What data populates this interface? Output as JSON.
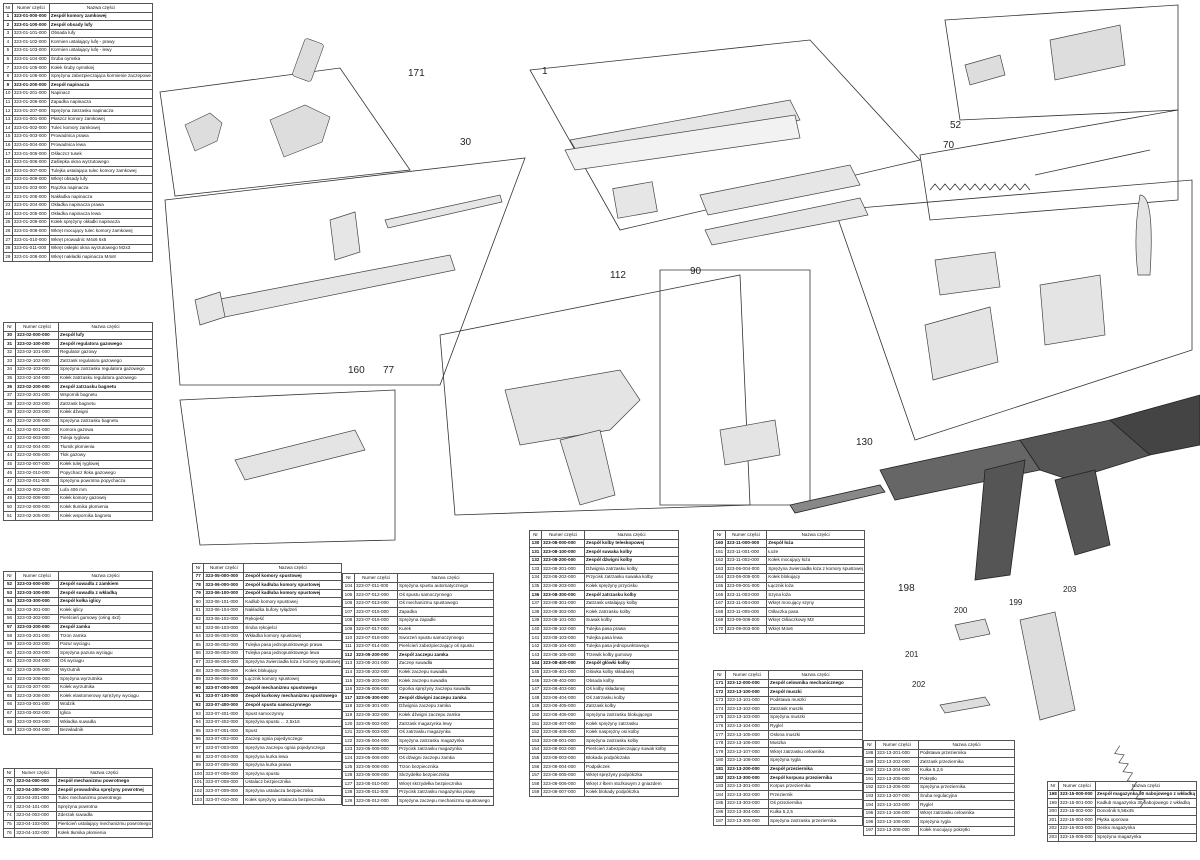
{
  "table_headers": {
    "nr": "Nr",
    "numer": "Numer części",
    "nazwa": "Nazwa części"
  },
  "t1": [
    [
      "1",
      "323-01-000-000",
      "Zespół komory zamkowej",
      1
    ],
    [
      "2",
      "323-01-100-000",
      "Zespół obsady lufy",
      1
    ],
    [
      "3",
      "323-01-101-000",
      "Obsada lufy",
      0
    ],
    [
      "4",
      "323-01-102-000",
      "Kormien ustalający lufę - prawy",
      0
    ],
    [
      "5",
      "323-01-103-000",
      "Kormien ustalający lufę - lewy",
      0
    ],
    [
      "6",
      "323-01-104-000",
      "Śruba oymska",
      0
    ],
    [
      "7",
      "323-01-105-000",
      "Kołek śruby oymskiej",
      0
    ],
    [
      "8",
      "323-01-106-000",
      "Sprężyna zabezpieczająca kormienie zaczepowe",
      0
    ],
    [
      "9",
      "323-01-200-000",
      "Zespół napinacza",
      1
    ],
    [
      "10",
      "323-01-201-000",
      "Napinacz",
      0
    ],
    [
      "11",
      "323-01-206-000",
      "Zapadka napinacza",
      0
    ],
    [
      "12",
      "323-01-207-000",
      "Sprężyna zatrzasku napinacza",
      0
    ],
    [
      "13",
      "323-01-001-000",
      "Płaszcz komory zamkowej",
      0
    ],
    [
      "14",
      "323-01-002-000",
      "Tulec komory zamkowej",
      0
    ],
    [
      "15",
      "323-01-003-000",
      "Prowadnica prawa",
      0
    ],
    [
      "16",
      "323-01-004-000",
      "Prowadnica lewa",
      0
    ],
    [
      "17",
      "323-01-005-000",
      "Ośłaczcz tusek",
      0
    ],
    [
      "18",
      "323-01-006-000",
      "Zaślepka okna wyrzutowego",
      0
    ],
    [
      "19",
      "323-01-007-000",
      "Tulejka ustalająca tulec komory zamkowej",
      0
    ],
    [
      "20",
      "323-01-009-000",
      "Wkręt obsady lufy",
      0
    ],
    [
      "21",
      "323-01-203-000",
      "Rączka napinacza",
      0
    ],
    [
      "22",
      "323-01-206-000",
      "Nakładka napinacza",
      0
    ],
    [
      "23",
      "323-01-204-000",
      "Okładka napinacza prawa",
      0
    ],
    [
      "24",
      "323-01-205-000",
      "Okładka napinacza lewa",
      0
    ],
    [
      "25",
      "323-01-209-000",
      "Kołek sprężyny okładki napinacza",
      0
    ],
    [
      "26",
      "323-01-008-000",
      "Wkręt mocujący tulec komory zamkowej",
      0
    ],
    [
      "27",
      "323-01-010-000",
      "Wkręt prowadnic M4x6 6x5",
      0
    ],
    [
      "28",
      "323-01-011-000",
      "Wkręt osłepki okna wyrzutowego M2x3",
      0
    ],
    [
      "29",
      "323-01-208-000",
      "Wkręt nakładki napinacza M4x8",
      0
    ]
  ],
  "t2": [
    [
      "30",
      "323-02-000-000",
      "Zespół lufy",
      1
    ],
    [
      "31",
      "323-02-100-000",
      "Zespół regulatora gazowego",
      1
    ],
    [
      "32",
      "323-02-101-000",
      "Regulator gazowy",
      0
    ],
    [
      "33",
      "323-02-102-000",
      "Zatrzask regulatora gazowego",
      0
    ],
    [
      "34",
      "323-02-103-000",
      "Sprężyna zatrzasku regulatora gazowego",
      0
    ],
    [
      "35",
      "323-02-104-000",
      "Kołek zatrzasku regulatora gazowego",
      0
    ],
    [
      "36",
      "323-02-200-000",
      "Zespół zatrzasku bagnetu",
      1
    ],
    [
      "37",
      "323-02-201-000",
      "Wspornik bagnetu",
      0
    ],
    [
      "38",
      "323-02-202-000",
      "Zatrzask bagnetu",
      0
    ],
    [
      "39",
      "323-02-203-000",
      "Kołek dźwigni",
      0
    ],
    [
      "40",
      "323-02-205-000",
      "Sprężyna zatrzasku bagnetu",
      0
    ],
    [
      "41",
      "323-02-001-000",
      "Komora gazowa",
      0
    ],
    [
      "42",
      "323-02-003-000",
      "Tuleja ryglowa",
      0
    ],
    [
      "43",
      "323-02-004-000",
      "Tłumik płomienia",
      0
    ],
    [
      "44",
      "323-02-005-000",
      "Tłok gazowy",
      0
    ],
    [
      "45",
      "323-02-007-000",
      "Kołek tulej ryglowej",
      0
    ],
    [
      "46",
      "323-02-010-000",
      "Popychacz tłoka gazowego",
      0
    ],
    [
      "47",
      "323-02-011-000",
      "Sprężyna powrotna popychacza",
      0
    ],
    [
      "48",
      "323-02-002-000",
      "Lufa 406 mm",
      0
    ],
    [
      "49",
      "323-02-008-000",
      "Kołek komory gazowej",
      0
    ],
    [
      "50",
      "323-02-009-000",
      "Kołek tłumika płomienia",
      0
    ],
    [
      "51",
      "323-02-205-000",
      "Kołek wspornika bagnetu",
      0
    ]
  ],
  "t3": [
    [
      "52",
      "323-03-000-000",
      "Zespół suwadła z zamkiem",
      1
    ],
    [
      "53",
      "323-03-100-000",
      "Zespół suwadła z wkładką",
      1
    ],
    [
      "54",
      "323-03-300-000",
      "Zespół kołka iglicy",
      1
    ],
    [
      "55",
      "323-03-301-000",
      "Kołek iglicy",
      0
    ],
    [
      "56",
      "323-03-302-000",
      "Pierścień gumowy (oring 4x2)",
      0
    ],
    [
      "57",
      "323-03-200-000",
      "Zespół zamka",
      1
    ],
    [
      "58",
      "323-03-201-000",
      "Trzon zamka",
      0
    ],
    [
      "59",
      "323-03-202-000",
      "Pazur wyciągu",
      0
    ],
    [
      "60",
      "323-03-203-000",
      "Sprężyna pazura wyciągu",
      0
    ],
    [
      "61",
      "323-03-204-000",
      "Oś wyciągu",
      0
    ],
    [
      "62",
      "323-03-205-000",
      "Wyrzutnik",
      0
    ],
    [
      "63",
      "323-03-206-000",
      "Sprężyna wyrzutnika",
      0
    ],
    [
      "64",
      "323-03-207-000",
      "Kołek wyrzutnika",
      0
    ],
    [
      "65",
      "323-03-208-000",
      "Kołek elastomerowy sprężyny wyciągu",
      0
    ],
    [
      "66",
      "323-03-001-000",
      "Wodzik",
      0
    ],
    [
      "67",
      "323-03-002-000",
      "Iglica",
      0
    ],
    [
      "68",
      "323-03-003-000",
      "Wkładka suwadła",
      0
    ],
    [
      "69",
      "323-03-004-000",
      "Bezwładnik",
      0
    ]
  ],
  "t4": [
    [
      "70",
      "323-04-000-000",
      "Zespół mechanizmu powrotnego",
      1
    ],
    [
      "71",
      "323-04-200-000",
      "Zespół prowadnika sprężyny powrotnej",
      1
    ],
    [
      "72",
      "323-04-201-000",
      "Tulec mechanizmu powrotnego",
      0
    ],
    [
      "73",
      "323-04-101-000",
      "Sprężyna powrotna",
      0
    ],
    [
      "74",
      "323-04-003-000",
      "Zderzak suwadła",
      0
    ],
    [
      "75",
      "323-04-103-000",
      "Pierścień ustalający mechanizmu powrotnego",
      0
    ],
    [
      "76",
      "323-04-102-000",
      "Kołek tłumika płomienia",
      0
    ]
  ],
  "t5": [
    [
      "77",
      "323-05-000-000",
      "Zespół komory spustowej",
      1
    ],
    [
      "78",
      "323-06-000-000",
      "Zespół kadłuba komory spustowej",
      1
    ],
    [
      "79",
      "323-06-100-000",
      "Zespół kadłuba komory spustowej",
      1
    ],
    [
      "80",
      "323-06-101-000",
      "Kadłub komory spustowej",
      0
    ],
    [
      "81",
      "323-06-104-000",
      "Nakładka bufory ryłądzeń",
      0
    ],
    [
      "82",
      "323-06-102-000",
      "Rękojeść",
      0
    ],
    [
      "83",
      "323-06-103-000",
      "Śruba rękojeści",
      0
    ],
    [
      "84",
      "323-06-003-000",
      "Wkładka komory spustowej",
      0
    ],
    [
      "85",
      "323-06-002-000",
      "Tulejka pasa jednopunktowego prawa",
      0
    ],
    [
      "86",
      "323-06-003-000",
      "Tulejka pasa jednopunktowego lewa",
      0
    ],
    [
      "87",
      "323-06-004-000",
      "Sprężyna zwierciadła łoża z komory spustowej",
      0
    ],
    [
      "88",
      "323-05-005-000",
      "Kołek blokujący",
      0
    ],
    [
      "89",
      "323-06-006-000",
      "Łącznik komory spustowej",
      0
    ],
    [
      "90",
      "323-07-000-000",
      "Zespół mechanizmu spustowego",
      1
    ],
    [
      "91",
      "323-07-100-000",
      "Zespół kurkowy mechanizmu spustowego",
      1
    ],
    [
      "92",
      "323-07-400-000",
      "Zespół spustu samoczynnego",
      1
    ],
    [
      "93",
      "323-07-401-000",
      "Spust samoczynny",
      0
    ],
    [
      "94",
      "323-07-402-000",
      "Sprężyna spustu ... 2,5x16",
      0
    ],
    [
      "95",
      "323-07-001-000",
      "Spust",
      0
    ],
    [
      "96",
      "323-07-002-000",
      "Zaczep ognia pojedynczego",
      0
    ],
    [
      "97",
      "323-07-003-000",
      "Sprężyna zaczepu ognia pojedynczego",
      0
    ],
    [
      "98",
      "323-07-004-000",
      "Sprężyna kurka lewa",
      0
    ],
    [
      "99",
      "323-07-005-000",
      "Sprężyna kurka prawa",
      0
    ],
    [
      "100",
      "323-07-006-000",
      "Sprężyna spustu",
      0
    ],
    [
      "101",
      "323-07-008-000",
      "Ustalacz bezpiecznika",
      0
    ],
    [
      "102",
      "323-07-009-000",
      "Sprężyna ustalacza bezpiecznika",
      0
    ],
    [
      "103",
      "323-07-010-000",
      "Kołek sprężyny ustalacza bezpiecznika",
      0
    ]
  ],
  "t6": [
    [
      "104",
      "323-07-011-000",
      "Sprężyna spustu automatycznego",
      0
    ],
    [
      "105",
      "323-07-012-000",
      "Oś spustu samoczynnego",
      0
    ],
    [
      "106",
      "323-07-013-000",
      "Oś mechanizmu spustowego",
      0
    ],
    [
      "107",
      "323-07-015-000",
      "Zapadka",
      0
    ],
    [
      "108",
      "323-07-016-000",
      "Sprężyna zapadki",
      0
    ],
    [
      "109",
      "323-07-017-000",
      "Kurek",
      0
    ],
    [
      "110",
      "323-07-018-000",
      "Sworzeń spustu samoczynnego",
      0
    ],
    [
      "111",
      "323-07-014-000",
      "Pierścień zabezpieczający oś spustu",
      0
    ],
    [
      "112",
      "323-05-200-000",
      "Zespół zaczepu zamka",
      1
    ],
    [
      "113",
      "323-05-201-000",
      "Zaczep suwadła",
      0
    ],
    [
      "114",
      "323-05-202-000",
      "Kołek zaczepu suwadła",
      0
    ],
    [
      "115",
      "323-05-203-000",
      "Kołek zaczepu suwadła",
      0
    ],
    [
      "116",
      "323-05-006-000",
      "Oporka sprężyny zaczepu suwadła",
      0
    ],
    [
      "117",
      "323-05-300-000",
      "Zespół dźwigni zaczepu zamka",
      1
    ],
    [
      "118",
      "323-05-301-000",
      "Dźwignia zaczepu zamka",
      0
    ],
    [
      "119",
      "323-05-302-000",
      "Kołek dźwigni zaczepu zamka",
      0
    ],
    [
      "120",
      "323-05-002-000",
      "Zatrzask magazynka lewy",
      0
    ],
    [
      "121",
      "323-05-003-000",
      "Oś zatrzasku magazynka",
      0
    ],
    [
      "122",
      "323-05-004-000",
      "Sprężyna zatrzasku magazynka",
      0
    ],
    [
      "123",
      "323-05-005-000",
      "Przycisk zatrzasku magazynka",
      0
    ],
    [
      "124",
      "323-05-006-000",
      "Oś dźwigni zaczepu zamka",
      0
    ],
    [
      "125",
      "323-05-008-000",
      "Trzon bezpiecznika",
      0
    ],
    [
      "126",
      "323-05-009-000",
      "Skrzydełko bezpiecznika",
      0
    ],
    [
      "127",
      "323-05-010-000",
      "Wkręt skrzydełka bezpiecznika",
      0
    ],
    [
      "128",
      "323-05-011-000",
      "Przycisk zatrzasku magazynka prawy",
      0
    ],
    [
      "129",
      "323-05-012-000",
      "Sprężyna zaczepu mechanizmu spustowego",
      0
    ]
  ],
  "t7": [
    [
      "130",
      "323-08-000-000",
      "Zespół kolby teleskopowej",
      1
    ],
    [
      "131",
      "323-08-100-000",
      "Zespół suwaka kolby",
      1
    ],
    [
      "132",
      "323-08-200-000",
      "Zespół dźwigni kolby",
      1
    ],
    [
      "133",
      "323-08-201-000",
      "Dźwignia zatrzasku kolby",
      0
    ],
    [
      "134",
      "323-08-202-000",
      "Przycisk zatrzasku suwaka kolby",
      0
    ],
    [
      "135",
      "323-08-203-000",
      "Kołek sprężyny przycisku",
      0
    ],
    [
      "136",
      "323-08-300-000",
      "Zespół zatrzasku kolby",
      1
    ],
    [
      "137",
      "323-08-301-000",
      "Zatrzask ustalający kolby",
      0
    ],
    [
      "138",
      "323-08-302-000",
      "Kołek zatrzasku kolby",
      0
    ],
    [
      "139",
      "323-08-101-000",
      "Suwak kolby",
      0
    ],
    [
      "140",
      "323-08-102-000",
      "Tulejka pasa prawa",
      0
    ],
    [
      "141",
      "323-08-103-000",
      "Tulejka pasa lewa",
      0
    ],
    [
      "142",
      "323-08-104-000",
      "Tulejka pasa jednopunktowego",
      0
    ],
    [
      "143",
      "323-08-105-000",
      "Trzewik kolby gumowy",
      0
    ],
    [
      "144",
      "323-08-400-000",
      "Zespół główki kolby",
      1
    ],
    [
      "145",
      "323-08-401-000",
      "Główka kolby składanej",
      0
    ],
    [
      "146",
      "323-08-402-000",
      "Obsada kolby",
      0
    ],
    [
      "147",
      "323-08-403-000",
      "Oś kolby składanej",
      0
    ],
    [
      "148",
      "323-08-404-000",
      "Oś zatrzasku kolby",
      0
    ],
    [
      "149",
      "323-08-405-000",
      "Zatrzask kolby",
      0
    ],
    [
      "150",
      "323-08-406-000",
      "Sprężyna zatrzasku blokującego",
      0
    ],
    [
      "151",
      "323-08-407-000",
      "Kołek sprężyny zatrzasku",
      0
    ],
    [
      "152",
      "323-08-408-000",
      "Kołek nasprężny osi kolby",
      0
    ],
    [
      "153",
      "323-08-001-000",
      "Sprężyna zatrzasku kolby",
      0
    ],
    [
      "154",
      "323-08-002-000",
      "Pierścień zabezpieczający suwak kolby",
      0
    ],
    [
      "155",
      "323-08-003-000",
      "Blokada podpółczaka",
      0
    ],
    [
      "156",
      "323-08-004-000",
      "Podpółczek",
      0
    ],
    [
      "157",
      "323-08-005-000",
      "Wkręt sprężyny podpółczka",
      0
    ],
    [
      "158",
      "323-08-006-000",
      "Wkręt z łbem stożkowym z gniazdem",
      0
    ],
    [
      "159",
      "323-08-007-000",
      "Kołek blokady podpółczka",
      0
    ]
  ],
  "t8": [
    [
      "160",
      "323-11-000-000",
      "Zespół łoża",
      1
    ],
    [
      "161",
      "323-11-001-000",
      "Łoże",
      0
    ],
    [
      "162",
      "323-11-002-000",
      "Kołek mocujący łoża",
      0
    ],
    [
      "163",
      "323-06-004-000",
      "Sprężyna zwierciadła łoża z komory spustowej",
      0
    ],
    [
      "164",
      "323-06-005-000",
      "Kołek blokujący",
      0
    ],
    [
      "165",
      "323-09-001-000",
      "Łącznik łoża",
      0
    ],
    [
      "166",
      "323-11-003-000",
      "Szyna łoża",
      0
    ],
    [
      "167",
      "323-11-004-000",
      "Wkręt mocujący szyny",
      0
    ],
    [
      "168",
      "323-11-005-000",
      "Ośłaczka pasa",
      0
    ],
    [
      "169",
      "323-09-008-000",
      "Wkręt Ośłaczkowy M3",
      0
    ],
    [
      "170",
      "323-09-003-000",
      "Wkręt M4x6",
      0
    ]
  ],
  "t9": [
    [
      "171",
      "323-12-000-000",
      "Zespół celownika mechanicznego",
      1
    ],
    [
      "172",
      "323-13-100-000",
      "Zespół muszki",
      1
    ],
    [
      "173",
      "323-13-101-000",
      "Podstawa muszki",
      0
    ],
    [
      "174",
      "323-13-102-000",
      "Zatrzask muszki",
      0
    ],
    [
      "175",
      "323-13-103-000",
      "Sprężyna muszki",
      0
    ],
    [
      "176",
      "323-13-104-000",
      "Ryglel",
      0
    ],
    [
      "177",
      "323-13-105-000",
      "Osłona muszki",
      0
    ],
    [
      "178",
      "323-13-106-000",
      "Muszka",
      0
    ],
    [
      "179",
      "323-13-107-000",
      "Wkręt zatrzasku celownika",
      0
    ],
    [
      "180",
      "323-13-108-000",
      "Sprężyna rygla",
      0
    ],
    [
      "181",
      "323-13-200-000",
      "Zespół przeziernika",
      1
    ],
    [
      "182",
      "323-13-300-000",
      "Zespół korpusu przeziernika",
      1
    ],
    [
      "183",
      "323-13-301-000",
      "Korpus przeziernika",
      0
    ],
    [
      "184",
      "323-13-302-000",
      "Przeziernik",
      0
    ],
    [
      "185",
      "323-13-303-000",
      "Oś przeziernika",
      0
    ],
    [
      "186",
      "323-13-304-000",
      "Kulka 5,2,5",
      0
    ],
    [
      "187",
      "323-13-305-000",
      "Sprężyna zatrzasku przeziernika",
      0
    ]
  ],
  "t10": [
    [
      "188",
      "323-13-201-000",
      "Podstawa przeziernika",
      0
    ],
    [
      "189",
      "323-13-202-000",
      "Zatrzask przeziernika",
      0
    ],
    [
      "190",
      "323-13-204-000",
      "Kulka 5,2,5",
      0
    ],
    [
      "191",
      "323-13-205-000",
      "Pokrętło",
      0
    ],
    [
      "192",
      "323-13-206-000",
      "Sprężyna przeziernika",
      0
    ],
    [
      "193",
      "323-13-207-000",
      "Śruba regulacyjna",
      0
    ],
    [
      "194",
      "323-13-103-000",
      "Ryglel",
      0
    ],
    [
      "195",
      "323-13-106-000",
      "Wkręt zatrzasku celownika",
      0
    ],
    [
      "196",
      "323-13-108-000",
      "Sprężyna rygla",
      0
    ],
    [
      "197",
      "323-13-208-000",
      "Kołek mocujący pokrętło",
      0
    ]
  ],
  "t11": [
    [
      "198",
      "323-15-000-000",
      "Zespół magazynka 30 nabojowego z wkładką",
      1
    ],
    [
      "199",
      "323-15-001-000",
      "Kadłub magazynka 30 nabojowego z wkładką",
      0
    ],
    [
      "200",
      "323-15-002-000",
      "Donośnik 5,56x45",
      0
    ],
    [
      "201",
      "323-15-004-000",
      "Płytka oporowa",
      0
    ],
    [
      "202",
      "323-15-003-000",
      "Denko magazynka",
      0
    ],
    [
      "203",
      "323-15-005-000",
      "Sprężyna magazynka",
      0
    ]
  ],
  "callouts": [
    "1",
    "30",
    "52",
    "70",
    "77",
    "90",
    "112",
    "130",
    "160",
    "171",
    "198",
    "199",
    "200",
    "201",
    "202",
    "203"
  ]
}
